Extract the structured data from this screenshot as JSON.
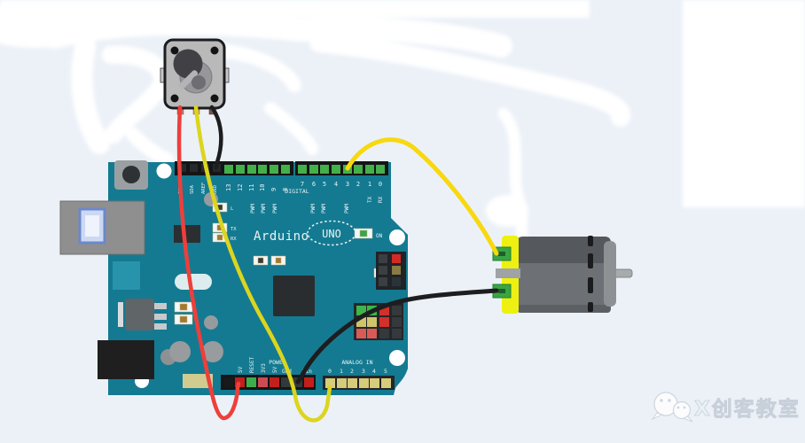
{
  "watermark": {
    "text": "X创客教室",
    "icon": "wechat"
  },
  "colors": {
    "background": "#ecf1f8",
    "wash": "#ffffff",
    "board": "#147a91",
    "board_light": "#2794ab",
    "pin_green": "#43b04a",
    "pin_khaki": "#d6cc7a",
    "pin_red": "#c2201d",
    "pin_dark": "#33383b",
    "silkscreen": "#e9f3f4",
    "pot_gray": "#b9b9b9",
    "motor_yellow": "#eef011",
    "motor_gray": "#6d7175",
    "motor_terminal": "#3aa545",
    "wire_red": "#ee3f3b",
    "wire_yellow": "#f8d80e",
    "wire_olive": "#dcd51e",
    "wire_black": "#1d1d1f"
  },
  "board": {
    "brand_text": "Arduino",
    "model_text": "UNO",
    "on_label": "ON",
    "digital_label": "DIGITAL",
    "power_label": "POWER",
    "analog_label": "ANALOG IN",
    "pwm_label": "PWM",
    "top_pin_labels": [
      "SCL",
      "SDA",
      "AREF",
      "GND"
    ],
    "digital_pins_left": [
      "13",
      "12",
      "11",
      "10",
      "9",
      "8"
    ],
    "digital_pins_right": [
      "7",
      "6",
      "5",
      "4",
      "3",
      "2",
      "1",
      "0"
    ],
    "serial_labels": [
      "TX",
      "RX"
    ],
    "led_labels": [
      "L",
      "TX",
      "RX"
    ],
    "power_pin_labels": [
      "5V",
      "RESET",
      "3V3",
      "5V",
      "Gnd",
      "Vin"
    ],
    "analog_pin_labels": [
      "0",
      "1",
      "2",
      "3",
      "4",
      "5"
    ]
  },
  "wires": {
    "pot_power": {
      "color": "#ee3f3b",
      "from": "potentiometer left pin",
      "to": "5V"
    },
    "pot_ground": {
      "color": "#1d1d1f",
      "from": "potentiometer right pin",
      "to": "GND (top header)"
    },
    "pot_signal": {
      "color": "#dcd51e",
      "from": "potentiometer wiper",
      "to": "ANALOG IN 0"
    },
    "motor_power": {
      "color": "#f8d80e",
      "from": "digital pin 3",
      "to": "motor + terminal"
    },
    "motor_ground": {
      "color": "#1d1d1f",
      "from": "motor - terminal",
      "to": "Gnd (power header)"
    }
  }
}
